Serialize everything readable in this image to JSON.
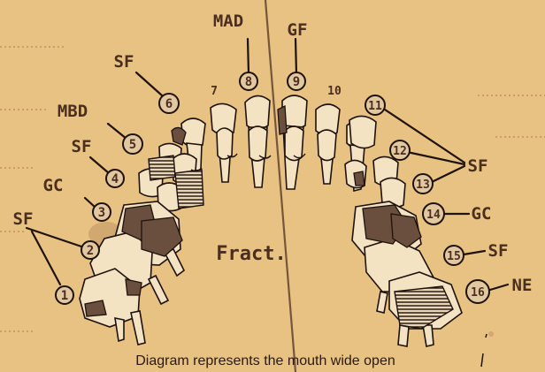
{
  "caption": "Diagram represents the mouth wide open",
  "fracture_label": "Fract.",
  "tooth_numbers": {
    "n7": "7",
    "n10": "10"
  },
  "callouts": [
    {
      "num": "1",
      "code": "SF"
    },
    {
      "num": "2",
      "code": "SF"
    },
    {
      "num": "3",
      "code": "GC"
    },
    {
      "num": "4",
      "code": "SF"
    },
    {
      "num": "5",
      "code": "MBD"
    },
    {
      "num": "6",
      "code": "SF"
    },
    {
      "num": "8",
      "code": "MAD"
    },
    {
      "num": "9",
      "code": "GF"
    },
    {
      "num": "11",
      "code": "SF"
    },
    {
      "num": "12",
      "code": "SF"
    },
    {
      "num": "13",
      "code": "SF"
    },
    {
      "num": "14",
      "code": "GC"
    },
    {
      "num": "15",
      "code": "SF"
    },
    {
      "num": "16",
      "code": "NE"
    }
  ],
  "colors": {
    "paper": "#ecc98a",
    "ink": "#2a1a12",
    "stain": "#6a4f3e",
    "label_ink": "#4a2e20"
  }
}
